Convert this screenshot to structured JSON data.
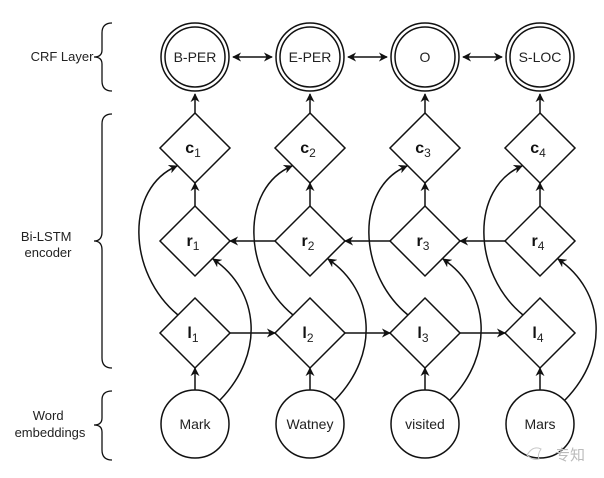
{
  "diagram": {
    "title": "Bi-LSTM-CRF named entity recognition architecture",
    "layers": [
      {
        "id": "crf",
        "label_lines": [
          "CRF Layer"
        ]
      },
      {
        "id": "bilstm",
        "label_lines": [
          "Bi-LSTM",
          "encoder"
        ]
      },
      {
        "id": "emb",
        "label_lines": [
          "Word",
          "embeddings"
        ]
      }
    ],
    "crf_tags": [
      "B-PER",
      "E-PER",
      "O",
      "S-LOC"
    ],
    "concat_nodes": [
      {
        "sym": "c",
        "sub": "1"
      },
      {
        "sym": "c",
        "sub": "2"
      },
      {
        "sym": "c",
        "sub": "3"
      },
      {
        "sym": "c",
        "sub": "4"
      }
    ],
    "right_nodes": [
      {
        "sym": "r",
        "sub": "1"
      },
      {
        "sym": "r",
        "sub": "2"
      },
      {
        "sym": "r",
        "sub": "3"
      },
      {
        "sym": "r",
        "sub": "4"
      }
    ],
    "left_nodes": [
      {
        "sym": "l",
        "sub": "1"
      },
      {
        "sym": "l",
        "sub": "2"
      },
      {
        "sym": "l",
        "sub": "3"
      },
      {
        "sym": "l",
        "sub": "4"
      }
    ],
    "words": [
      "Mark",
      "Watney",
      "visited",
      "Mars"
    ],
    "edges": {
      "crf_links": "bidirectional between adjacent CRF tags",
      "right_lstm": "right-to-left between r nodes",
      "left_lstm": "left-to-right between l nodes",
      "vertical": "word -> l, r -> c, c -> tag; l curves to c; word curves to r"
    }
  },
  "watermark": {
    "text": "专知"
  },
  "colors": {
    "stroke": "#111111",
    "text": "#222222",
    "background": "#ffffff"
  }
}
